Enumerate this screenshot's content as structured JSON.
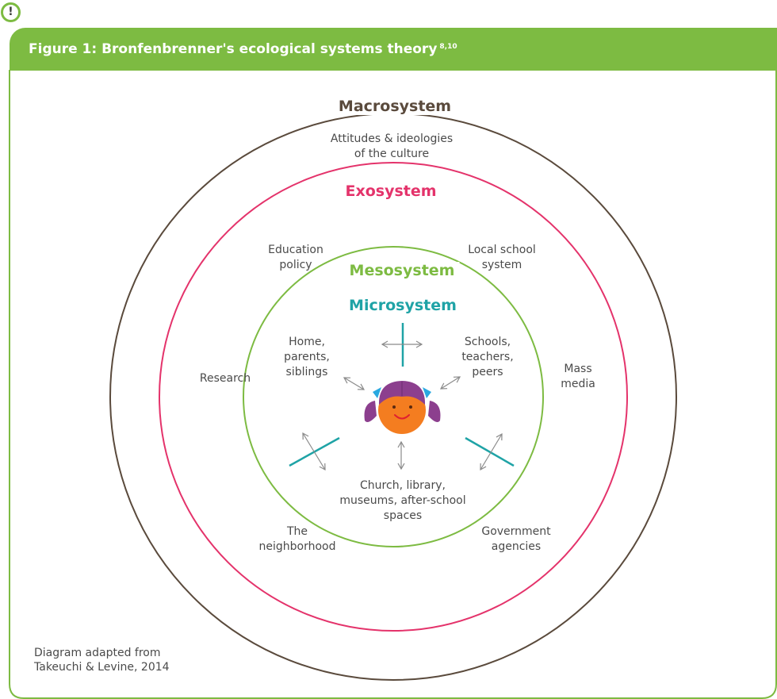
{
  "alert_icon": {
    "name": "exclamation-icon",
    "glyph": "!"
  },
  "figure": {
    "title": "Figure 1: Bronfenbrenner's ecological systems theory",
    "references": "8,10"
  },
  "systems": {
    "macro": {
      "label": "Macrosystem",
      "color": "#5a4a3c"
    },
    "exo": {
      "label": "Exosystem",
      "color": "#e4336b"
    },
    "meso": {
      "label": "Mesosystem",
      "color": "#7dbb42"
    },
    "micro": {
      "label": "Microsystem",
      "color": "#1fa3a6"
    }
  },
  "macro_items": {
    "culture": [
      "Attitudes & ideologies",
      "of the culture"
    ]
  },
  "exo_items": {
    "education_policy": [
      "Education",
      "policy"
    ],
    "local_school": [
      "Local school",
      "system"
    ],
    "research": [
      "Research"
    ],
    "mass_media": [
      "Mass",
      "media"
    ],
    "neighborhood": [
      "The",
      "neighborhood"
    ],
    "government": [
      "Government",
      "agencies"
    ]
  },
  "micro_items": {
    "home": [
      "Home,",
      "parents,",
      "siblings"
    ],
    "schools": [
      "Schools,",
      "teachers,",
      "peers"
    ],
    "church": [
      "Church, library,",
      "museums, after-school",
      "spaces"
    ]
  },
  "child_icon": "child-face-icon",
  "credit": [
    "Diagram adapted from",
    "Takeuchi & Levine, 2014"
  ],
  "colors": {
    "header": "#7dbb42",
    "text": "#4a4a4a",
    "arrow": "#8a8a8a"
  }
}
